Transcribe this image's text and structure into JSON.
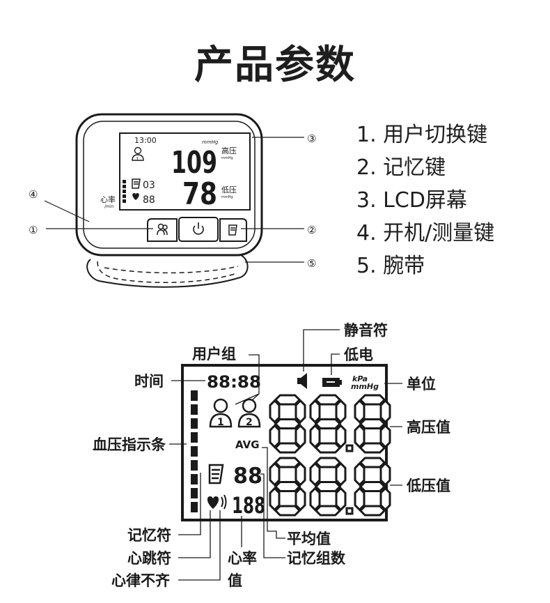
{
  "title": "产品参数",
  "parts": [
    {
      "num": "1.",
      "text": "用户切换键"
    },
    {
      "num": "2.",
      "text": "记忆键"
    },
    {
      "num": "3.",
      "text": "LCD屏幕"
    },
    {
      "num": "4.",
      "text": "开机/测量键"
    },
    {
      "num": "5.",
      "text": "腕带"
    }
  ],
  "device": {
    "time": "13:00",
    "unit": "mmHg",
    "systolic": "109",
    "diastolic": "78",
    "sys_label": "高压",
    "sys_unit": "mmHg",
    "dia_label": "低压",
    "dia_unit": "mmHg",
    "memory_count": "03",
    "pulse": "88",
    "pulse_label": "心率",
    "pulse_unit": "/min",
    "user_num": "1",
    "callouts": [
      "①",
      "②",
      "③",
      "④",
      "⑤"
    ]
  },
  "lcd": {
    "time_digits": "88:88",
    "unit_kpa": "kPa",
    "unit_mmhg": "mmHg",
    "avg": "AVG",
    "memory_digits": "88",
    "pulse_digits": "188",
    "big_top": "88.8",
    "big_bottom": "88.8",
    "user1": "1",
    "user2": "2"
  },
  "lcd_labels": {
    "mute": "静音符",
    "user_group": "用户组",
    "low_battery": "低电",
    "time": "时间",
    "unit": "单位",
    "systolic": "高压值",
    "bp_indicator": "血压指示条",
    "diastolic": "低压值",
    "memory_symbol": "记忆符",
    "average": "平均值",
    "heartbeat": "心跳符",
    "heart_rate": "心率",
    "memory_count": "记忆组数",
    "arrhythmia": "心律不齐",
    "value": "值"
  }
}
